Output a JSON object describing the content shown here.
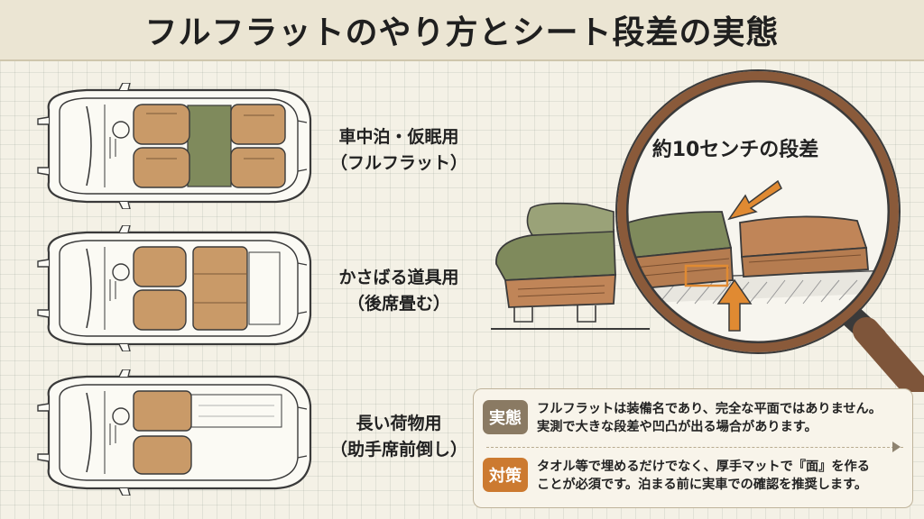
{
  "title": "フルフラットのやり方とシート段差の実態",
  "modes": [
    {
      "line1": "車中泊・仮眠用",
      "line2": "（フルフラット）"
    },
    {
      "line1": "かさばる道具用",
      "line2": "（後席畳む）"
    },
    {
      "line1": "長い荷物用",
      "line2": "（助手席前倒し）"
    }
  ],
  "lens_label": "約10センチの段差",
  "info": {
    "fact_badge": "実態",
    "fact_text_1": "フルフラットは装備名であり、完全な平面ではありません。",
    "fact_text_2": "実測で大きな段差や凹凸が出る場合があります。",
    "measure_badge": "対策",
    "measure_text_1": "タオル等で埋めるだけでなく、厚手マットで『面』を作る",
    "measure_text_2": "ことが必須です。泊まる前に実車での確認を推奨します。"
  },
  "colors": {
    "seat": "#c99a68",
    "seat_cushion_green": "#7f8a5c",
    "arrow": "#e08a32",
    "fact_badge": "#8a7a63",
    "measure_badge": "#cc7a30"
  }
}
